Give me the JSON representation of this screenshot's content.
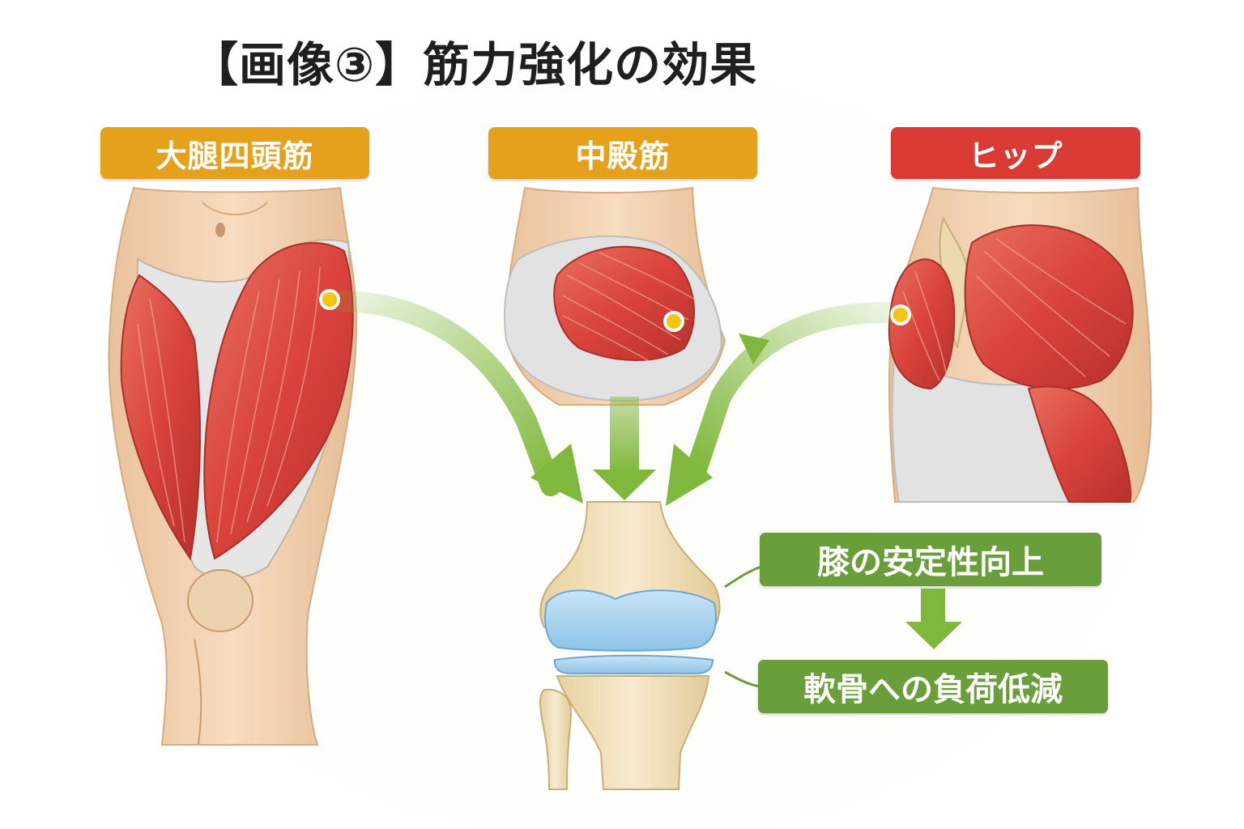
{
  "title": "【画像③】筋力強化の効果",
  "muscles": [
    {
      "label": "大腿四頭筋",
      "color": "#e6a11c"
    },
    {
      "label": "中殿筋",
      "color": "#e6a11c"
    },
    {
      "label": "ヒップ",
      "color": "#d93a34"
    }
  ],
  "effects": [
    {
      "label": "膝の安定性向上"
    },
    {
      "label": "軟骨への負荷低減"
    }
  ],
  "colors": {
    "muscle_red": "#d9433c",
    "arrow_green": "#7fb83c",
    "effect_green": "#6a9e3a",
    "bone": "#f0dfb8",
    "cartilage": "#a9d3ef",
    "skin": "#f3d3b3",
    "tendon": "#dcdcdc"
  }
}
